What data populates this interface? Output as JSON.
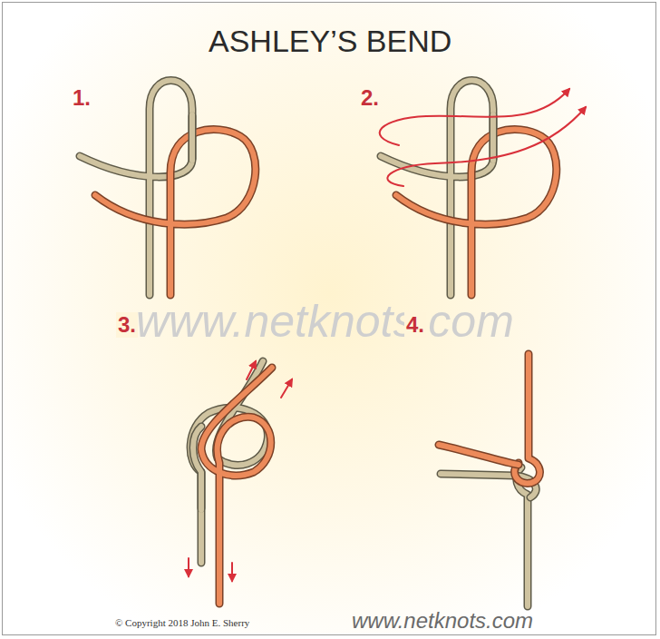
{
  "diagram": {
    "title": "ASHLEY’S BEND",
    "labels": [
      "1.",
      "2.",
      "3.",
      "4.",
      "www.netknots.com",
      "© Copyright 2018 John E. Sherry",
      "www.netknots.com"
    ]
  }
}
